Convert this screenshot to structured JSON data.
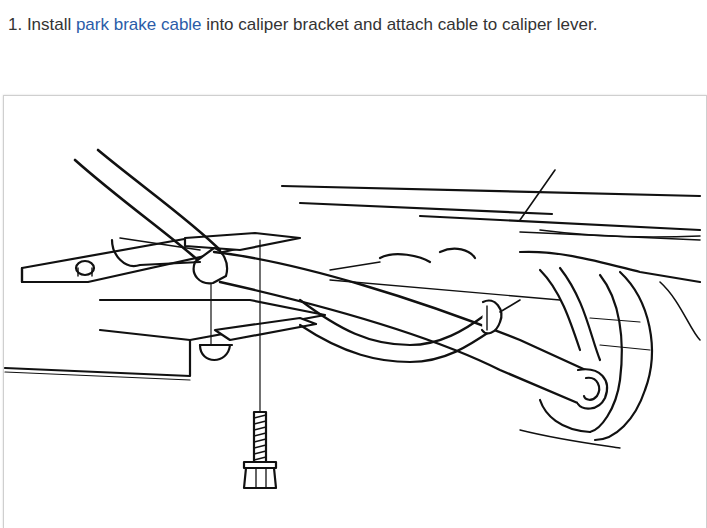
{
  "diagram": {
    "labels": [
      "1. Install",
      "park brake cable",
      "into caliper bracket and attach cable to caliper lever."
    ]
  }
}
